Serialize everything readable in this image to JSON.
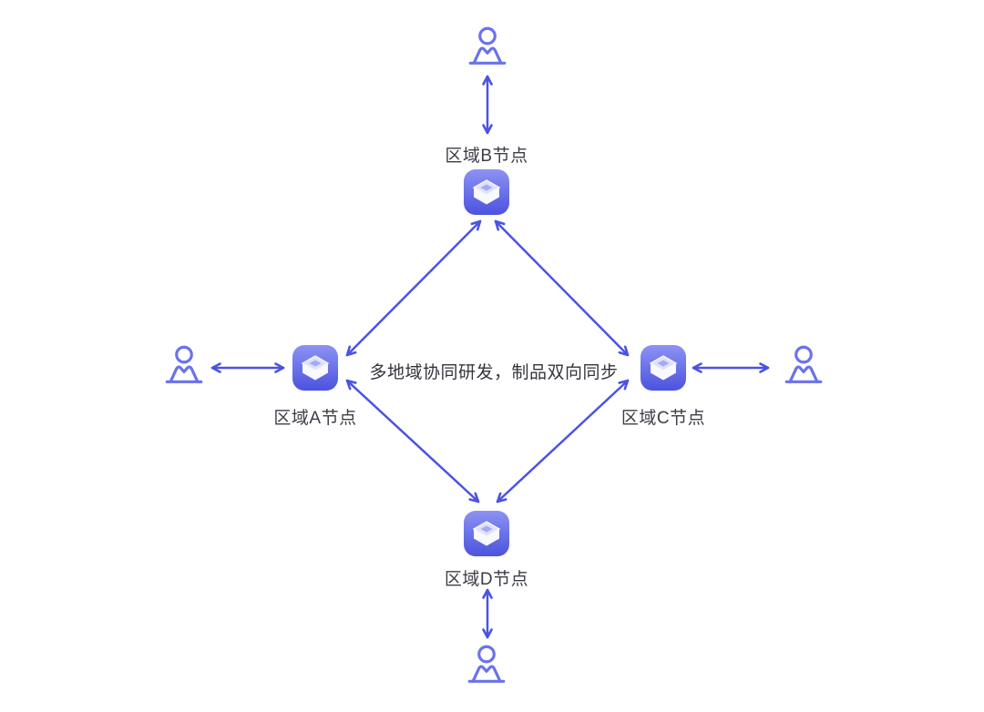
{
  "diagram": {
    "caption": "多地域协同研发，制品双向同步",
    "nodes": {
      "a": {
        "label": "区域A节点"
      },
      "b": {
        "label": "区域B节点"
      },
      "c": {
        "label": "区域C节点"
      },
      "d": {
        "label": "区域D节点"
      }
    },
    "icon_names": {
      "node": "artifact-repo-cube-icon",
      "user": "user-person-icon"
    },
    "colors": {
      "arrow": "#4b53e2",
      "user_icon": "#6a72ea",
      "icon_top": "#8c92f3",
      "icon_bottom": "#4c53de",
      "icon_face_top": "#dde1f9",
      "icon_face_front": "#f8f9fe",
      "icon_face_hole": "#a3aaef",
      "label_text": "#3d3d46",
      "caption_text": "#34343c",
      "background": "#ffffff"
    }
  }
}
